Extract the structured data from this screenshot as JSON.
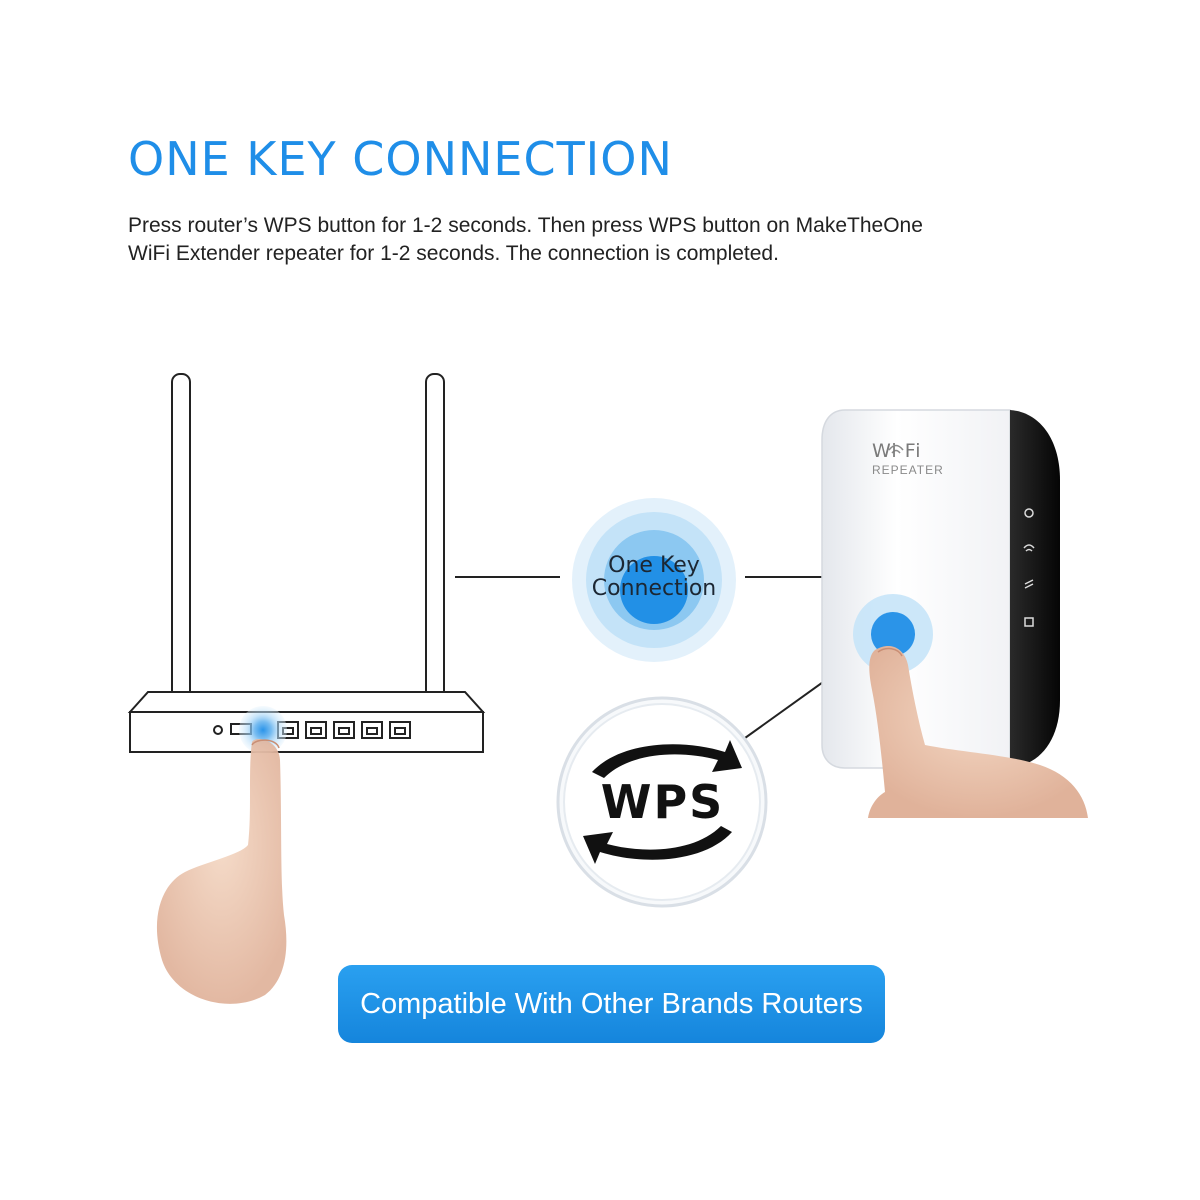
{
  "heading": "ONE KEY CONNECTION",
  "description": {
    "line1": "Press router’s WPS button for 1-2 seconds. Then press WPS button on MakeTheOne",
    "line2": "WiFi Extender repeater for 1-2 seconds. The connection is completed."
  },
  "connection_bubble": {
    "line1": "One Key",
    "line2": "Connection"
  },
  "wps_badge": "WPS",
  "repeater": {
    "brand": "Wi  Fi",
    "model": "REPEATER"
  },
  "compat_banner": "Compatible With Other Brands Routers",
  "colors": {
    "accent_blue": "#1f8ee8",
    "banner_blue": "#1a8fe6",
    "halo_blue": "#bfe1f8",
    "line": "#222222"
  },
  "icons": [
    "router-icon",
    "finger-icon",
    "wifi-repeater-icon",
    "wps-badge-icon",
    "power-icon",
    "wifi-signal-icon",
    "wps-arrows-icon",
    "lan-icon"
  ]
}
